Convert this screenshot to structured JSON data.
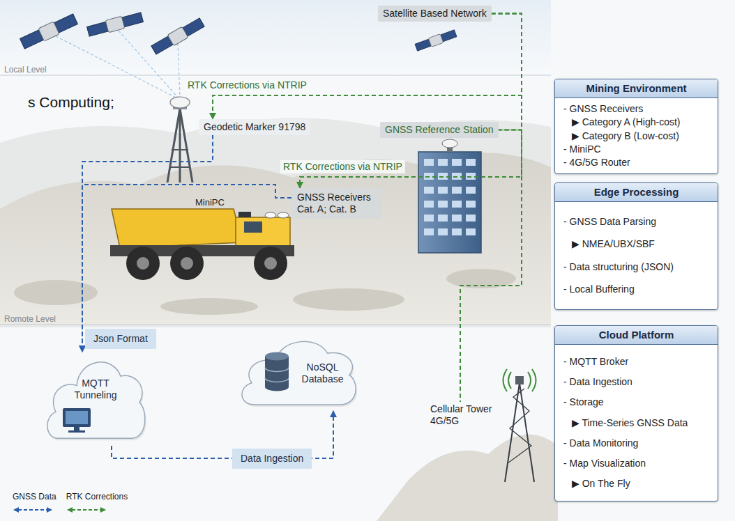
{
  "diagram": {
    "nodes": [
      {
        "text": [
          "Satellite Based Network"
        ]
      },
      {
        "text": [
          "Geodetic Marker 91798"
        ]
      },
      {
        "text": [
          "GNSS Reference Station"
        ]
      },
      {
        "text": [
          "GNSS Receivers Cat. A; Cat. B"
        ]
      },
      {
        "text": [
          "MQTT Tunneling"
        ]
      },
      {
        "text": [
          "NoSQL Database"
        ]
      },
      {
        "text": [
          "Cellular Tower 4G/5G"
        ]
      },
      {
        "text": [
          "Mining Environment",
          "- GNSS Receivers",
          "▶ Category A (High-cost)",
          "▶ Category B (Low-cost)",
          "- MiniPC",
          "- 4G/5G Router"
        ]
      },
      {
        "text": [
          "Edge Processing",
          "- GNSS Data Parsing",
          "▶ NMEA/UBX/SBF",
          "- Data structuring (JSON)",
          "- Local Buffering"
        ]
      },
      {
        "text": [
          "Cloud Platform",
          "- MQTT Broker",
          "- Data Ingestion",
          "- Storage",
          "▶ Time-Series GNSS Data",
          "- Data Monitoring",
          "- Map Visualization",
          "▶ On The Fly"
        ]
      }
    ],
    "edges": [
      {
        "from": 0,
        "to": 1,
        "label": "RTK Corrections via NTRIP",
        "arrow": "to"
      },
      {
        "from": 0,
        "to": 3,
        "label": "RTK Corrections via NTRIP",
        "arrow": "to"
      },
      {
        "from": 0,
        "to": 2,
        "arrow": "none"
      },
      {
        "from": 2,
        "to": 6,
        "arrow": "none"
      },
      {
        "from": 1,
        "to": 4,
        "label": "Json Format",
        "arrow": "to"
      },
      {
        "from": 3,
        "to": 4,
        "arrow": "to"
      },
      {
        "from": 4,
        "to": 5,
        "label": "Data Ingestion",
        "arrow": "to"
      }
    ],
    "labels": [
      "s Computing;",
      "Local Level",
      "MiniPC",
      "Romote Level"
    ],
    "legend": [
      {
        "text": "GNSS Data"
      },
      {
        "text": "RTK Corrections"
      }
    ]
  }
}
